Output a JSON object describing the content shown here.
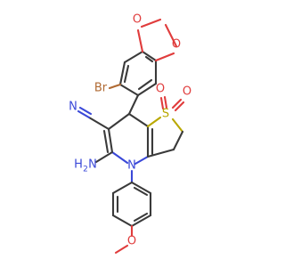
{
  "molecule": {
    "atoms": {
      "o_top_left": "O",
      "o_top_right": "O",
      "br": "Br",
      "n_nitrile": "N",
      "s": "S",
      "o_s_left": "O",
      "o_s_right": "O",
      "n_ring": "N",
      "nh2": "NH",
      "nh2_sub": "2",
      "h2n_prefix": "H",
      "h2n_sub": "2",
      "h2n_n": "N",
      "o_methoxy": "O"
    },
    "colors": {
      "carbon_bond": "#3a3a3a",
      "oxygen": "#e03c3c",
      "nitrogen": "#3a48d8",
      "bromine": "#b06a33",
      "sulfur": "#b9a800"
    }
  }
}
